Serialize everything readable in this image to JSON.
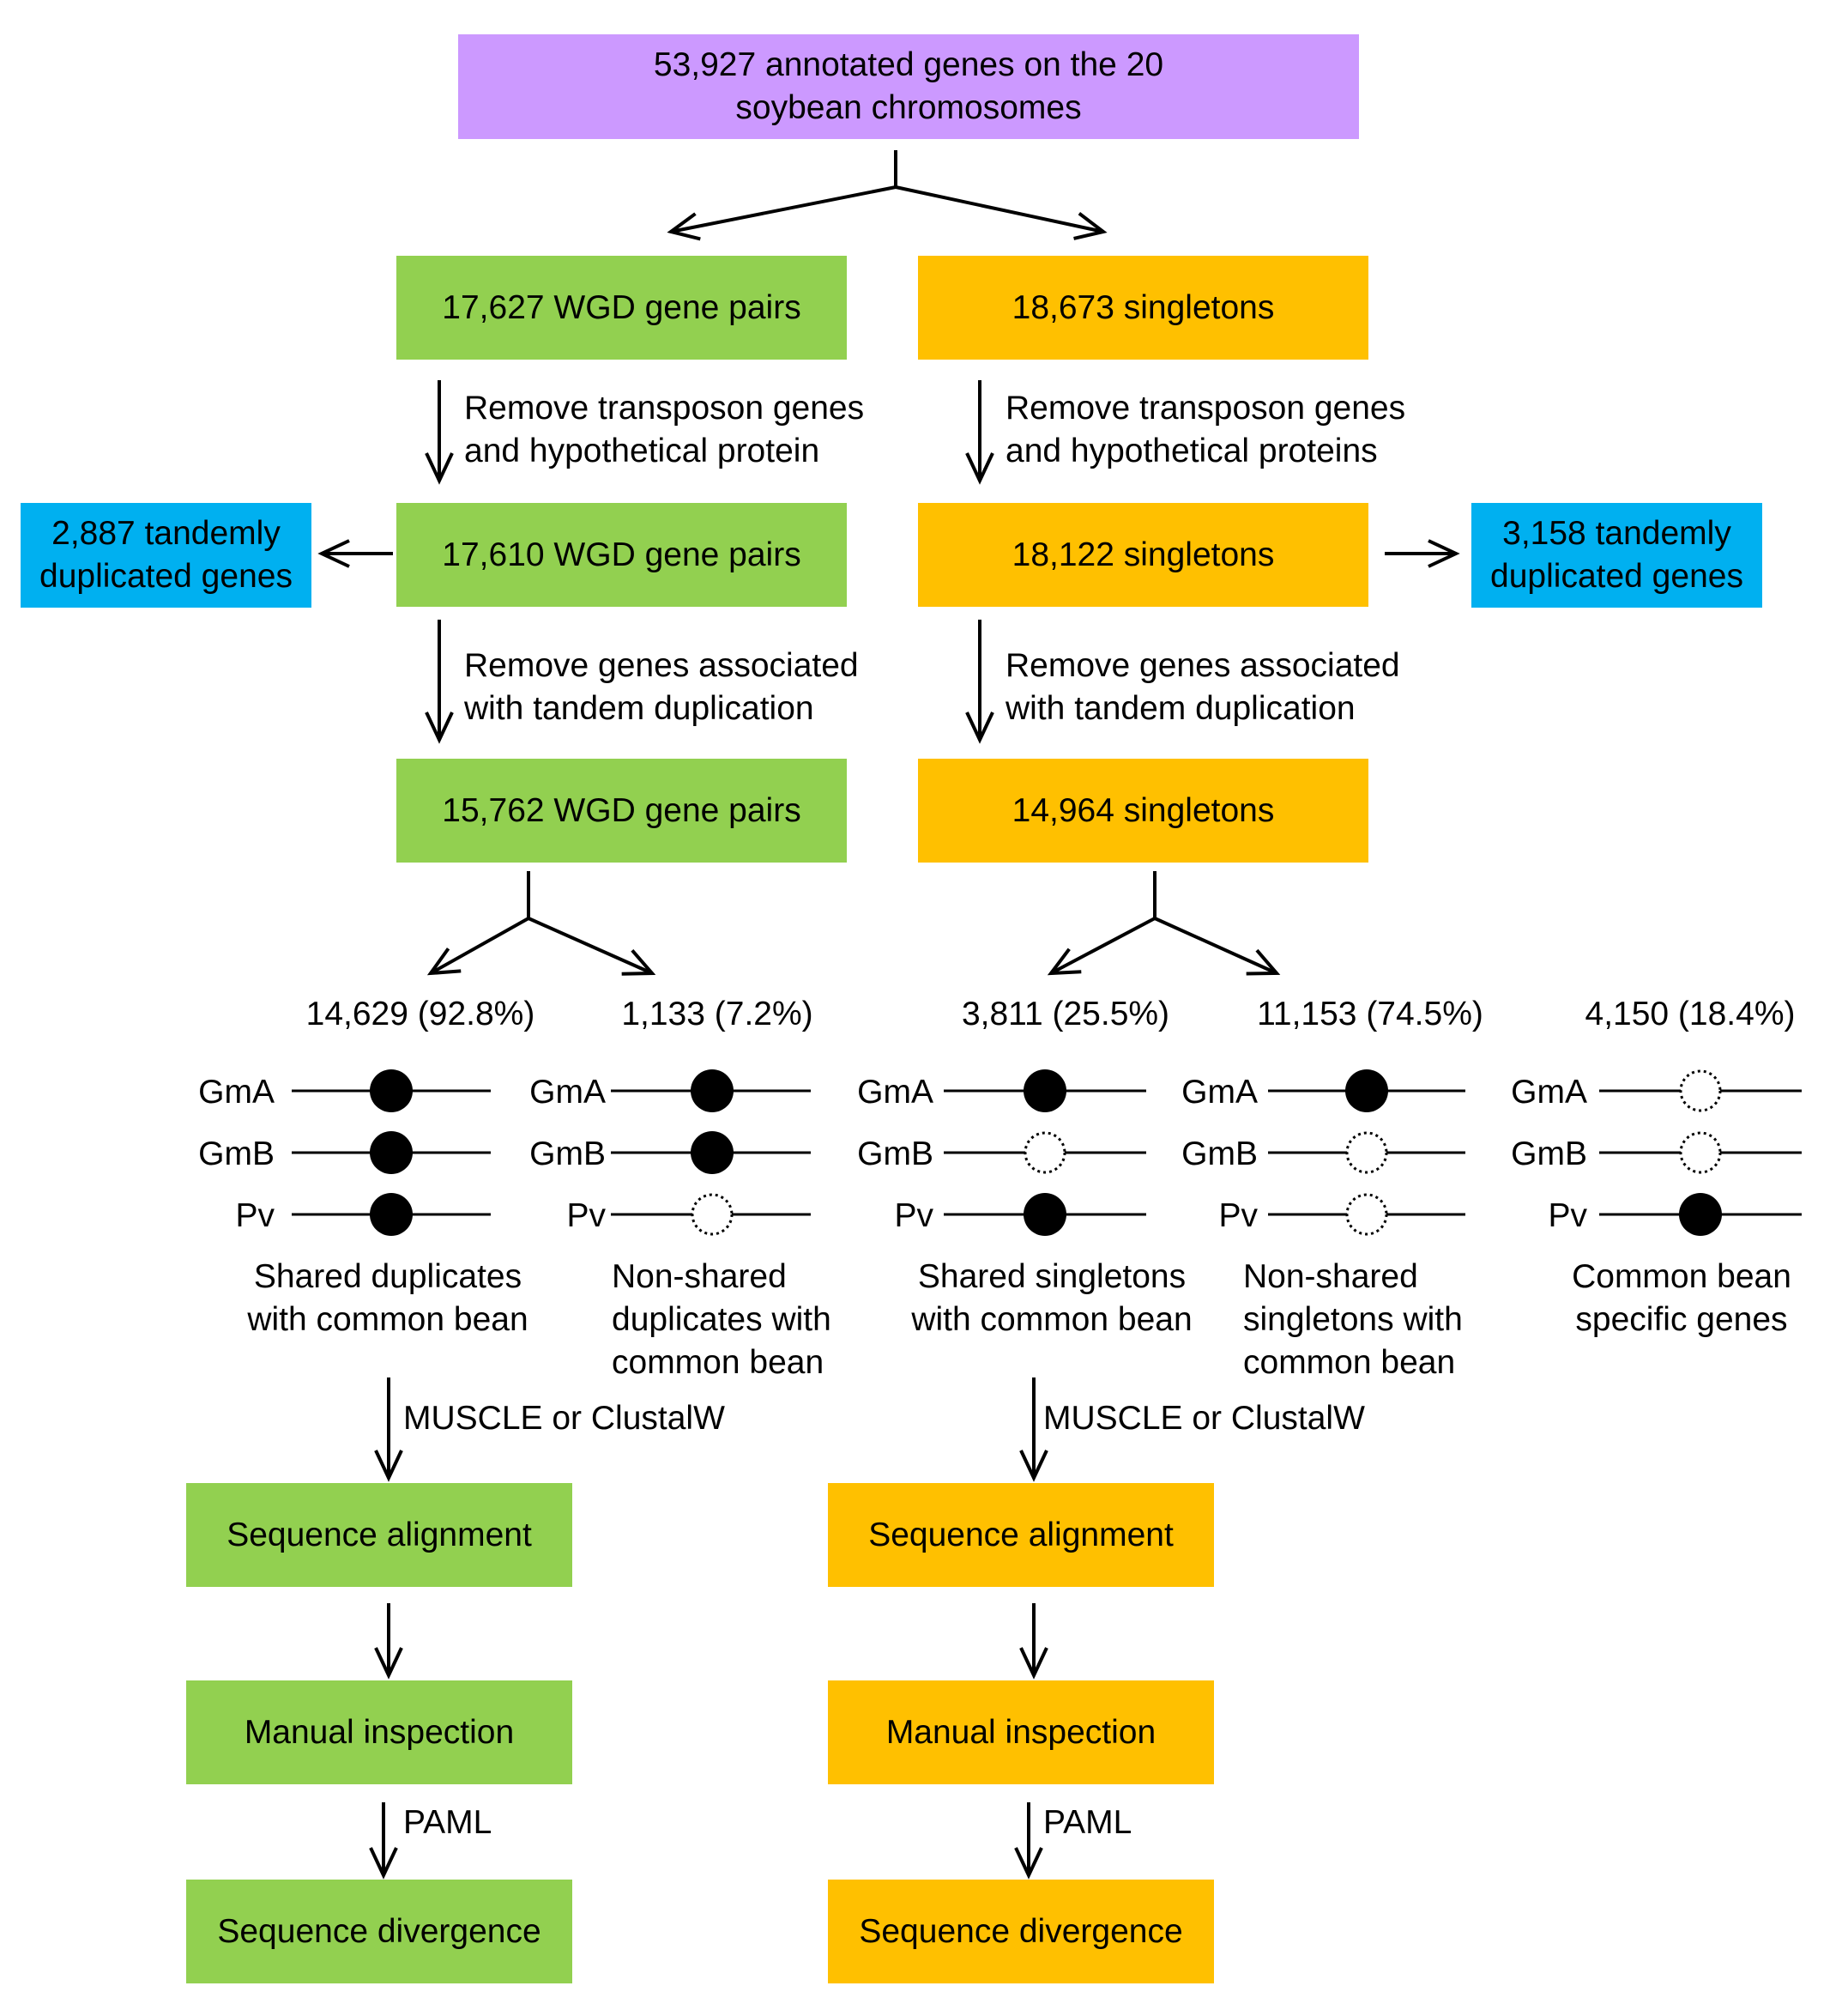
{
  "boxes": {
    "top": [
      "53,927 annotated genes on the 20",
      "soybean chromosomes"
    ],
    "wgd1": "17,627 WGD gene pairs",
    "sing1": "18,673 singletons",
    "wgd2": "17,610 WGD gene pairs",
    "sing2": "18,122 singletons",
    "tandem_left": [
      "2,887 tandemly",
      "duplicated genes"
    ],
    "tandem_right": [
      "3,158 tandemly",
      "duplicated genes"
    ],
    "wgd3": "15,762 WGD gene pairs",
    "sing3": "14,964 singletons",
    "left_align": "Sequence alignment",
    "left_inspect": "Manual inspection",
    "left_diverge": "Sequence divergence",
    "right_align": "Sequence alignment",
    "right_inspect": "Manual inspection",
    "right_diverge": "Sequence divergence"
  },
  "steps": {
    "left_remove_transposon": [
      "Remove transposon genes",
      "and hypothetical protein"
    ],
    "right_remove_transposon": [
      "Remove transposon genes",
      "and hypothetical proteins"
    ],
    "left_remove_tandem": [
      "Remove genes associated",
      "with tandem duplication"
    ],
    "right_remove_tandem": [
      "Remove genes associated",
      "with tandem duplication"
    ],
    "left_muscle": "MUSCLE or ClustalW",
    "right_muscle": "MUSCLE or ClustalW",
    "left_paml": "PAML",
    "right_paml": "PAML"
  },
  "groups": [
    {
      "count": "14,629 (92.8%)",
      "desc": [
        "Shared duplicates",
        "with common bean"
      ],
      "gma": "present",
      "gmb": "present",
      "pv": "present"
    },
    {
      "count": "1,133 (7.2%)",
      "desc": [
        "Non-shared",
        "duplicates with",
        "common bean"
      ],
      "gma": "present",
      "gmb": "present",
      "pv": "absent"
    },
    {
      "count": "3,811 (25.5%)",
      "desc": [
        "Shared singletons",
        "with common bean"
      ],
      "gma": "present",
      "gmb": "absent",
      "pv": "present"
    },
    {
      "count": "11,153 (74.5%)",
      "desc": [
        "Non-shared",
        "singletons with",
        "common bean"
      ],
      "gma": "present",
      "gmb": "absent",
      "pv": "absent"
    },
    {
      "count": "4,150 (18.4%)",
      "desc": [
        "Common bean",
        "specific genes"
      ],
      "gma": "absent",
      "gmb": "absent",
      "pv": "present"
    }
  ],
  "genomes": [
    "GmA",
    "GmB",
    "Pv"
  ],
  "colors": {
    "purple": "#cc99ff",
    "green": "#92d050",
    "orange": "#ffc000",
    "blue": "#00b0f0"
  }
}
